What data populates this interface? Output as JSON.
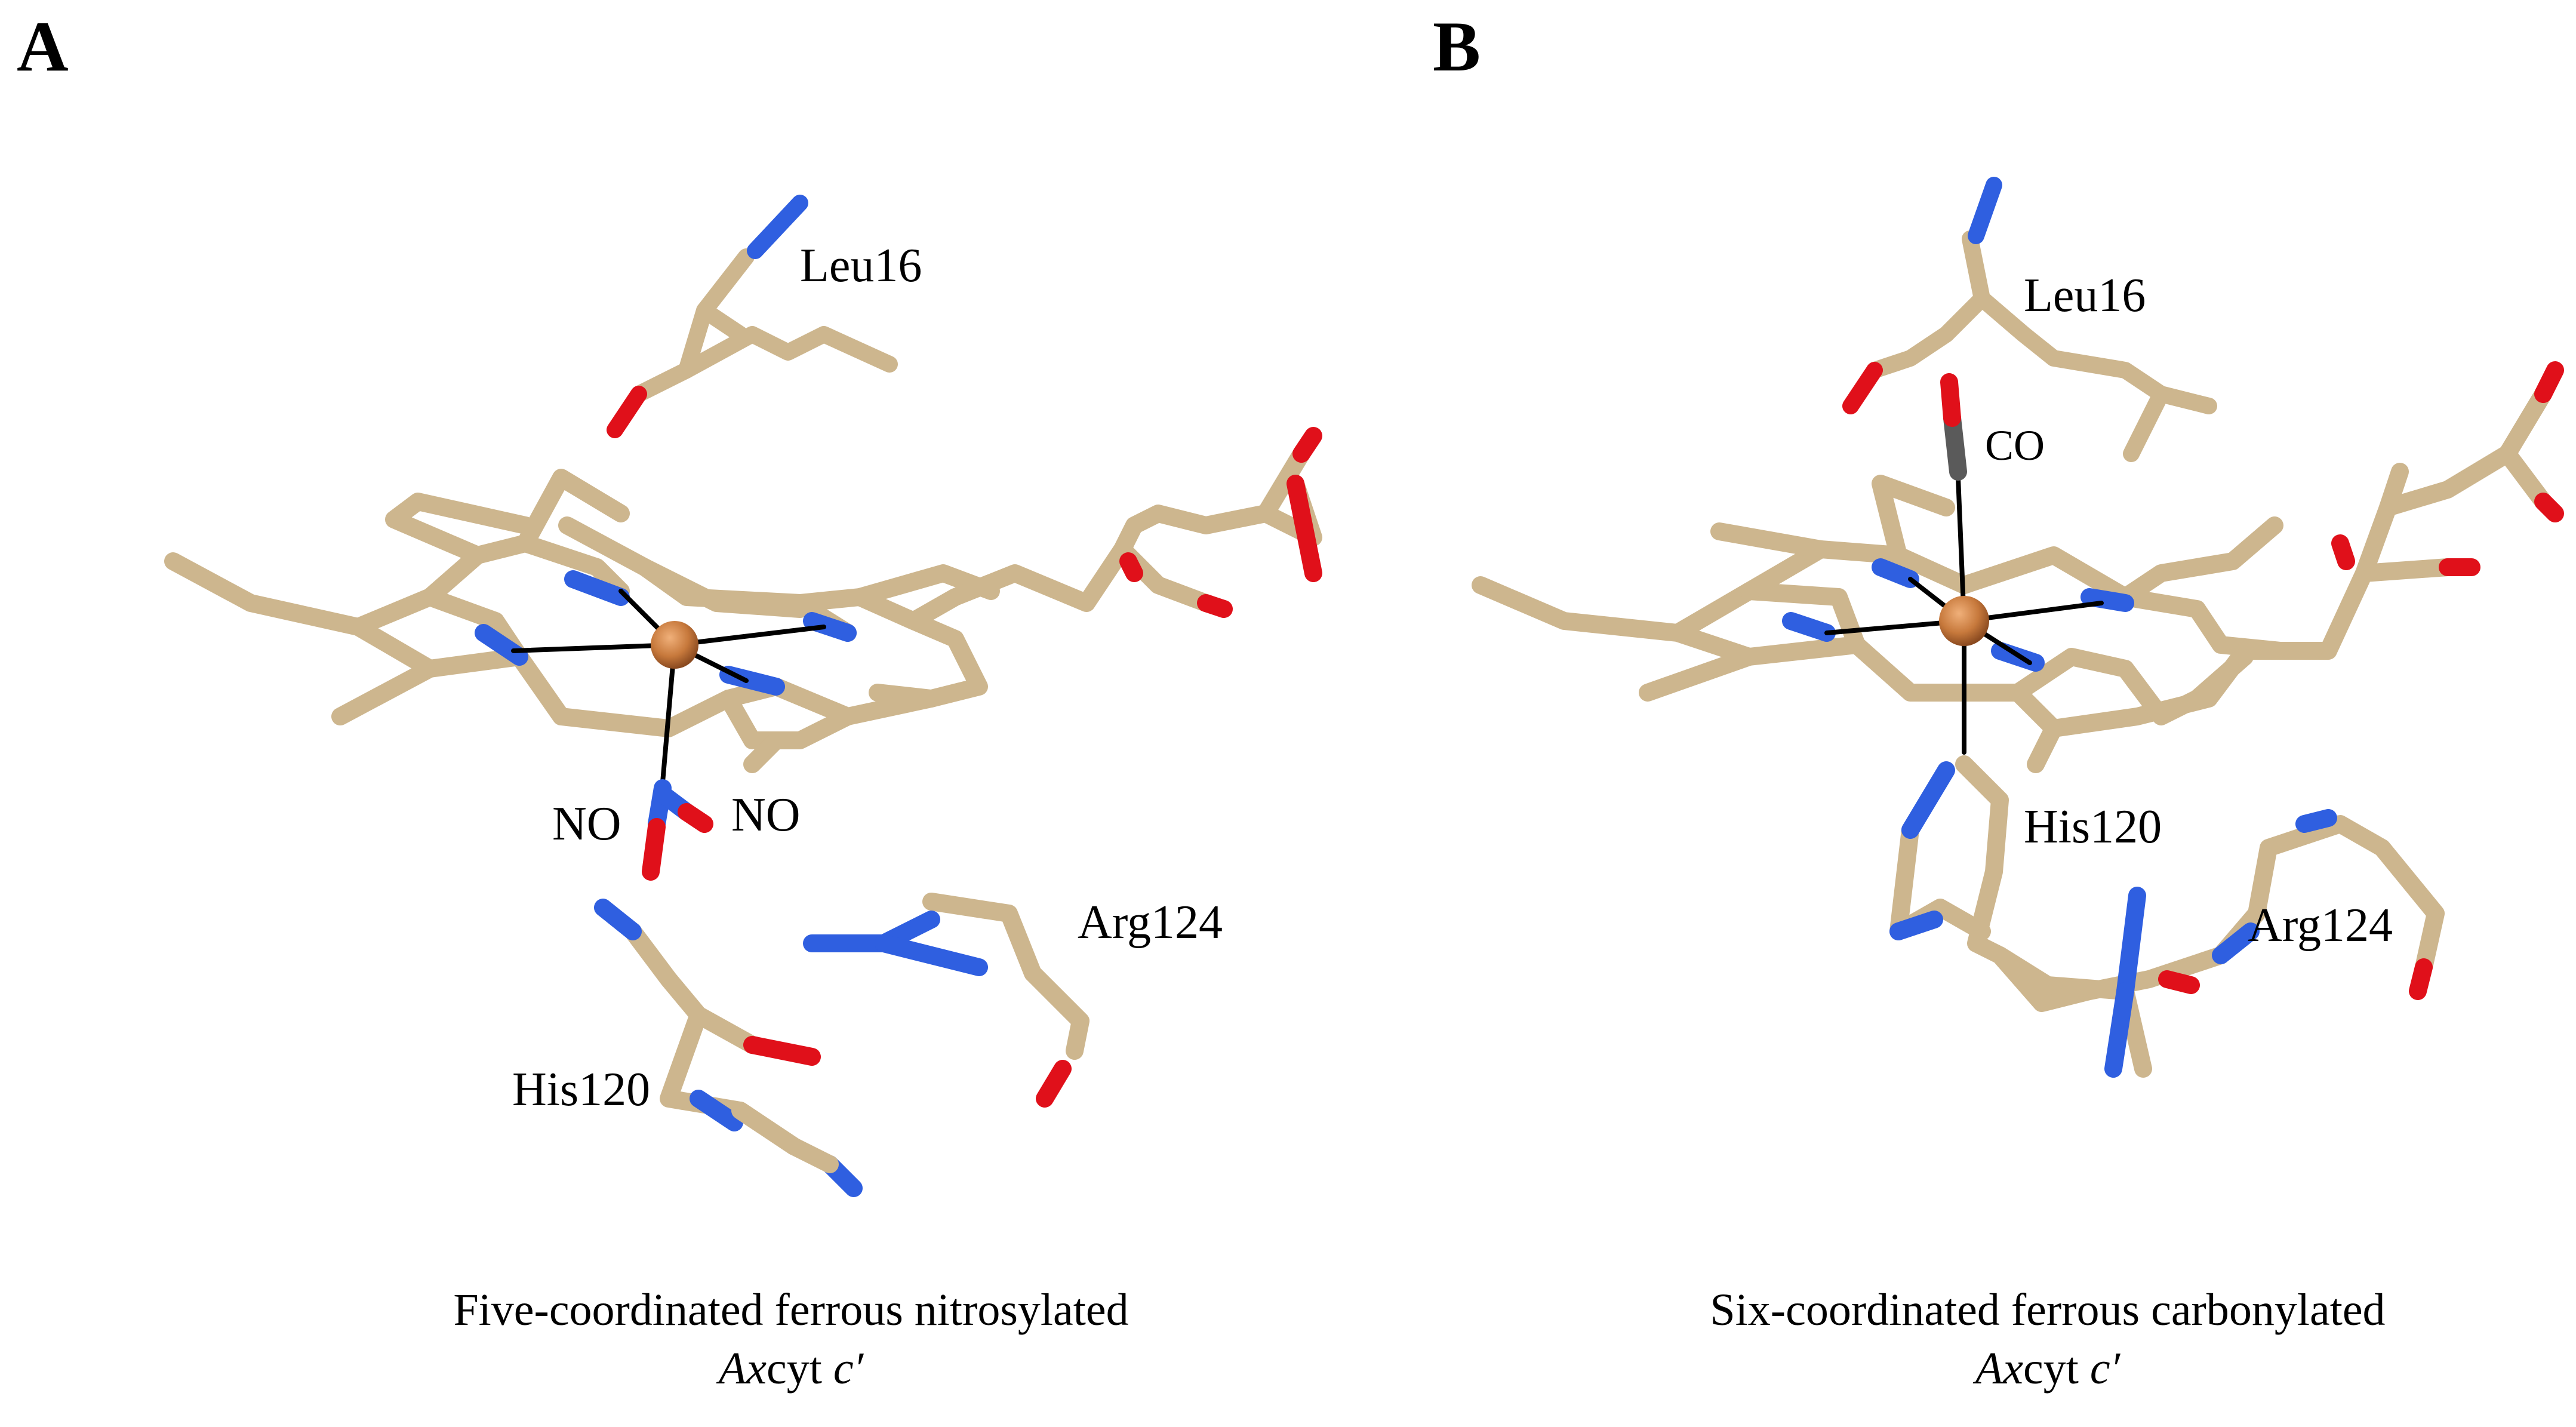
{
  "panels": [
    {
      "letter": "A",
      "labels": {
        "leu": "Leu16",
        "no1": "NO",
        "no2": "NO",
        "his": "His120",
        "arg": "Arg124"
      },
      "caption_line1": "Five-coordinated ferrous nitrosylated",
      "caption_line2_italic_a": "Ax",
      "caption_line2_mid": "cyt ",
      "caption_line2_italic_b": "c′"
    },
    {
      "letter": "B",
      "labels": {
        "leu": "Leu16",
        "co": "CO",
        "his": "His120",
        "arg": "Arg124"
      },
      "caption_line1": "Six-coordinated ferrous carbonylated",
      "caption_line2_italic_a": "Ax",
      "caption_line2_mid": "cyt ",
      "caption_line2_italic_b": "c′"
    }
  ],
  "colors": {
    "carbon": "#cdb68e",
    "nitrogen": "#2f5fe0",
    "oxygen": "#e0101a",
    "iron": "#c7793c",
    "co_carbon": "#5a5a5a",
    "bond": "#000000"
  }
}
